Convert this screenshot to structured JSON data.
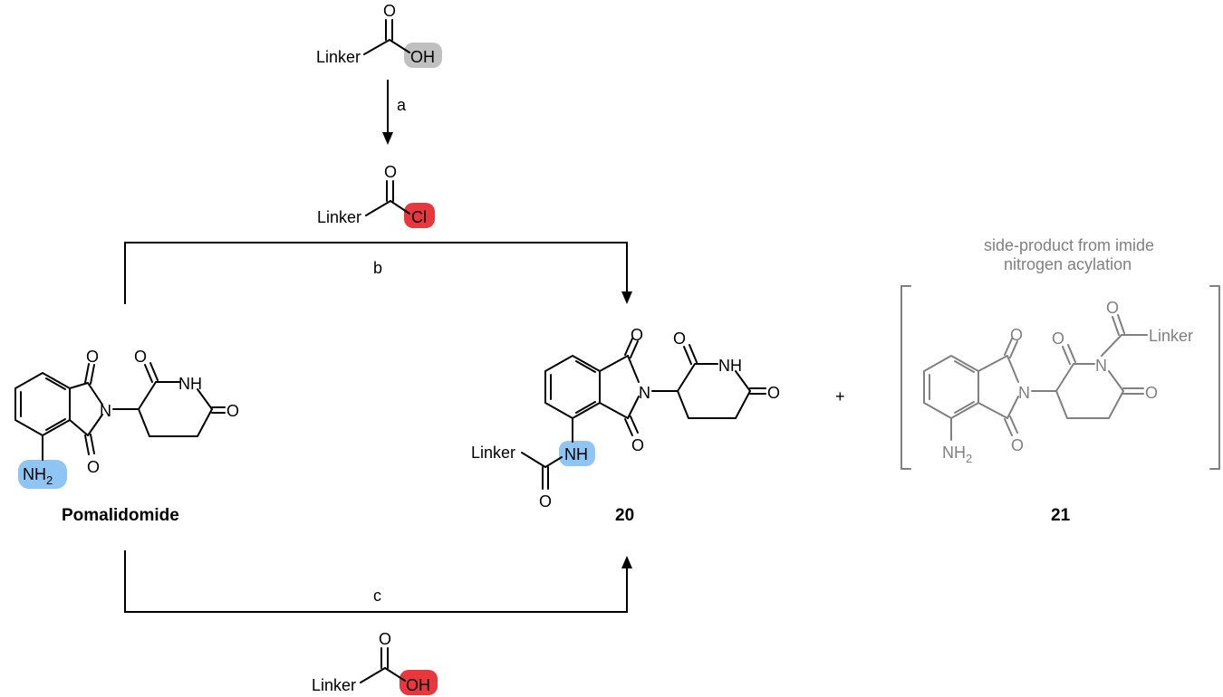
{
  "colors": {
    "ink": "#000000",
    "grey_structure": "#808080",
    "highlight_oh_grey": "#c0c0c0",
    "highlight_red": "#e8383d",
    "highlight_blue": "#8ec5f3"
  },
  "reagents": {
    "linker_acid_top": {
      "linker": "Linker",
      "o": "O",
      "group": "OH"
    },
    "acyl_chloride": {
      "linker": "Linker",
      "o": "O",
      "group": "Cl"
    },
    "linker_acid_bottom": {
      "linker": "Linker",
      "o": "O",
      "group": "OH"
    }
  },
  "steps": {
    "a": "a",
    "b": "b",
    "c": "c"
  },
  "pomalidomide": {
    "name": "Pomalidomide",
    "o1": "O",
    "o2": "O",
    "o3": "O",
    "o4": "O",
    "n": "N",
    "nh": "NH",
    "nh2_main": "NH",
    "nh2_sub": "2"
  },
  "product_20": {
    "label": "20",
    "o1": "O",
    "o2": "O",
    "o3": "O",
    "o4": "O",
    "o5": "O",
    "n": "N",
    "nh_ring": "NH",
    "nh_amide": "NH",
    "linker": "Linker"
  },
  "plus": "+",
  "side_product": {
    "label": "21",
    "caption_line1": "side-product from imide",
    "caption_line2": "nitrogen acylation",
    "o1": "O",
    "o2": "O",
    "o3": "O",
    "o4": "O",
    "o5": "O",
    "n1": "N",
    "n2": "N",
    "linker": "Linker",
    "nh2_main": "NH",
    "nh2_sub": "2"
  }
}
